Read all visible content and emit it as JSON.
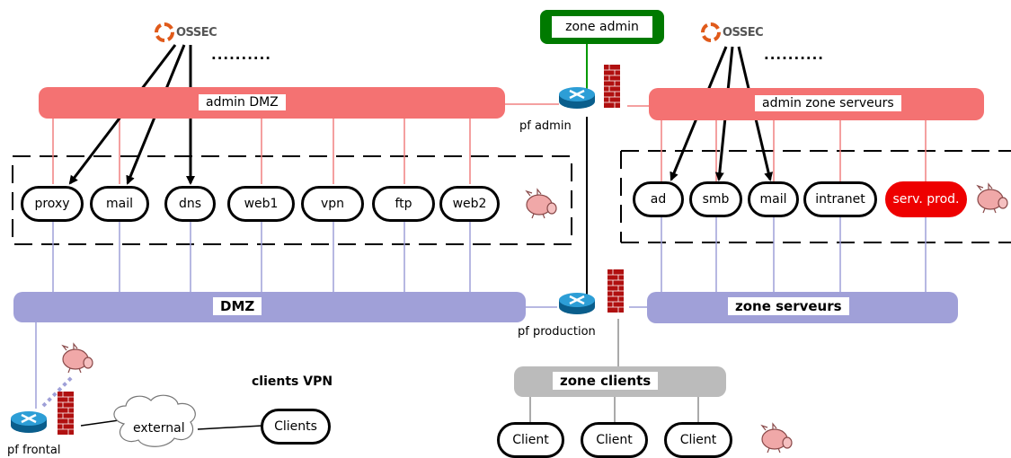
{
  "brand": "OSSEC",
  "ellipsis": "..........",
  "colors": {
    "admin": "#f47272",
    "admin_line": "#f08080",
    "dmz": "#a0a0d8",
    "dmz_line": "#9fa0d8",
    "clients_zone": "#bbbbbb",
    "zone_admin": "#007a00",
    "prod_server": "#ee0000"
  },
  "zones": {
    "zone_admin": "zone admin",
    "admin_dmz": "admin DMZ",
    "admin_servers": "admin zone serveurs",
    "dmz": "DMZ",
    "servers": "zone serveurs",
    "clients": "zone clients",
    "clients_vpn": "clients VPN"
  },
  "firewalls": {
    "admin": "pf admin",
    "production": "pf production",
    "frontal": "pf frontal"
  },
  "dmz_hosts": [
    "proxy",
    "mail",
    "dns",
    "web1",
    "vpn",
    "ftp",
    "web2"
  ],
  "server_hosts": [
    "ad",
    "smb",
    "mail",
    "intranet",
    "serv. prod."
  ],
  "clients": [
    "Client",
    "Client",
    "Client"
  ],
  "external": "external",
  "vpn_clients": "Clients",
  "icons": [
    "ossec-logo-icon",
    "router-icon",
    "firewall-icon",
    "ids-pig-icon",
    "cloud-icon"
  ]
}
